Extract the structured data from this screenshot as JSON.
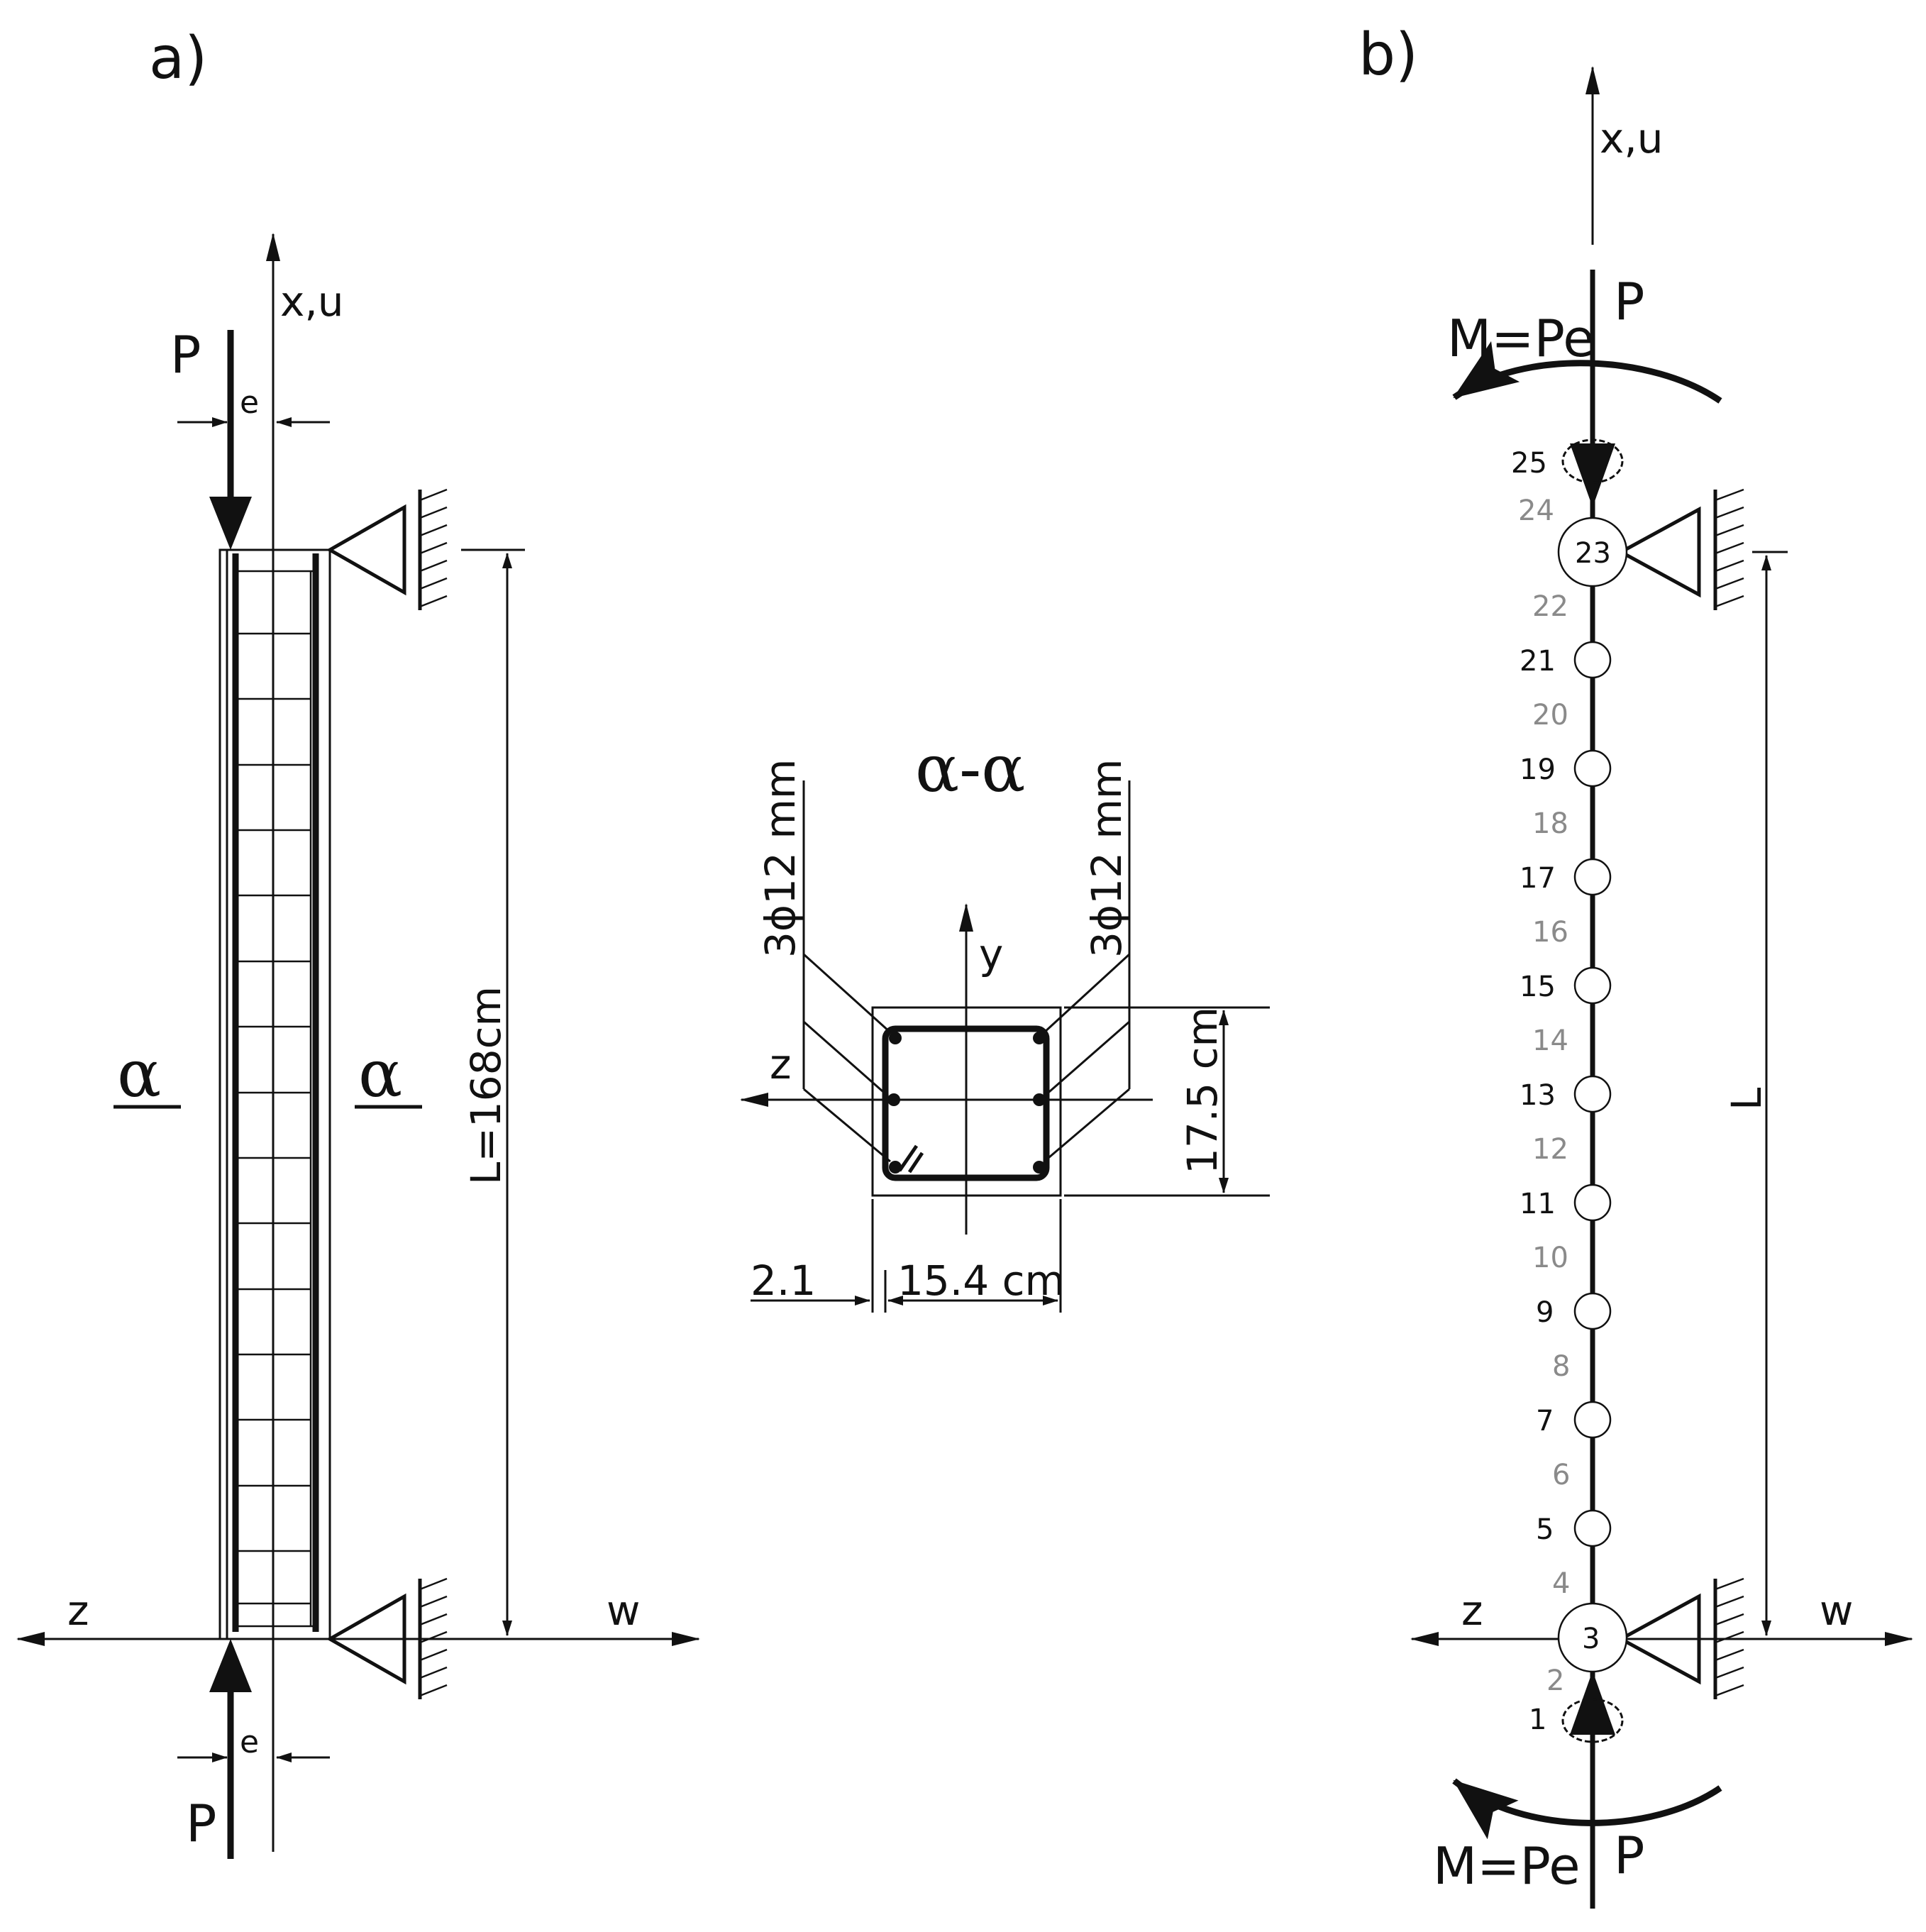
{
  "panel_a": {
    "label": "a)",
    "axis_x_label": "x,u",
    "axis_z_label": "z",
    "axis_w_label": "w",
    "load_top": "P",
    "load_bottom": "P",
    "eccentricity_top": "e",
    "eccentricity_bottom": "e",
    "length_label": "L=168cm",
    "section_mark_left": "α",
    "section_mark_right": "α"
  },
  "section": {
    "title": "α-α",
    "rebar_left": "3ϕ12 mm",
    "rebar_right": "3ϕ12 mm",
    "axis_y_label": "y",
    "axis_z_label": "z",
    "cover_label": "2.1",
    "width_label": "15.4 cm",
    "height_label": "17.5 cm"
  },
  "panel_b": {
    "label": "b)",
    "axis_x_label": "x,u",
    "axis_z_label": "z",
    "axis_w_label": "w",
    "load_top": "P",
    "load_bottom": "P",
    "moment_top": "M=Pe",
    "moment_bottom": "M=Pe",
    "length_label": "L",
    "node_labels": [
      "1",
      "2",
      "3",
      "4",
      "5",
      "6",
      "7",
      "8",
      "9",
      "10",
      "11",
      "12",
      "13",
      "14",
      "15",
      "16",
      "17",
      "18",
      "19",
      "20",
      "21",
      "22",
      "23",
      "24",
      "25"
    ]
  }
}
